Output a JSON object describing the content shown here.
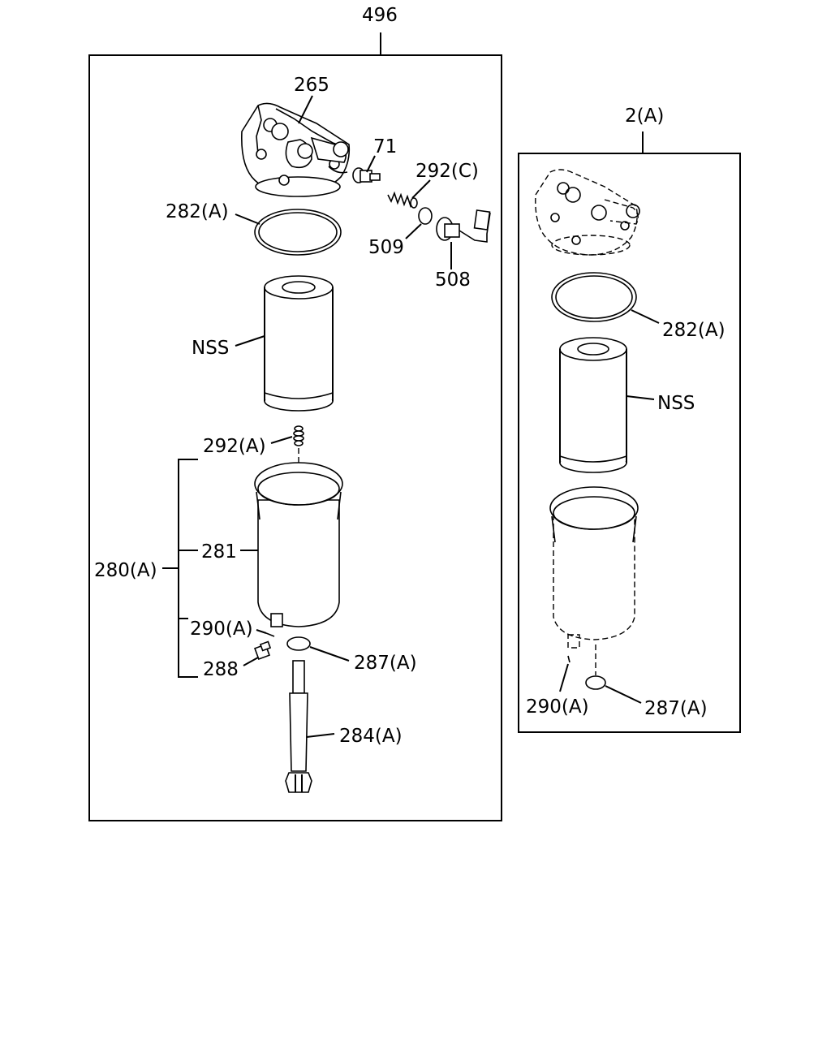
{
  "assembly": {
    "label": "496",
    "callouts": {
      "p265": "265",
      "p71": "71",
      "p292c": "292(C)",
      "p282a": "282(A)",
      "p509": "509",
      "p508": "508",
      "nss": "NSS",
      "p292a": "292(A)",
      "p280a": "280(A)",
      "p281": "281",
      "p290a": "290(A)",
      "p288": "288",
      "p287a": "287(A)",
      "p284a": "284(A)"
    }
  },
  "alternate": {
    "label": "2(A)",
    "callouts": {
      "p282a": "282(A)",
      "nss": "NSS",
      "p290a": "290(A)",
      "p287a": "287(A)"
    }
  }
}
